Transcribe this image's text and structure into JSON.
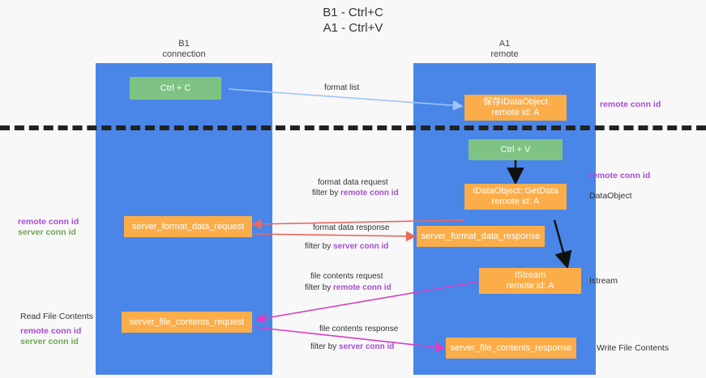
{
  "title": {
    "line1": "B1 - Ctrl+C",
    "line2": "A1 - Ctrl+V"
  },
  "lanes": [
    {
      "id": "b1",
      "name": "B1",
      "sub": "connection"
    },
    {
      "id": "a1",
      "name": "A1",
      "sub": "remote"
    }
  ],
  "boxes": {
    "ctrl_c": "Ctrl + C",
    "ctrl_v": "Ctrl + V",
    "idataobject": {
      "line1": "保存IDataObject",
      "line2": "remote id: A"
    },
    "getdata": {
      "line1": "IDataObject::GetData",
      "line2": "remote id: A"
    },
    "istream": {
      "line1": "IStream",
      "line2": "remote id: A"
    },
    "server_format_data_request": "server_format_data_request",
    "server_format_data_response": "server_format_data_response",
    "server_file_contents_request": "server_file_contents_request",
    "server_file_contents_response": "server_file_contents_response"
  },
  "arrow_labels": {
    "format_list": "format list",
    "format_data_request": "format data request",
    "format_data_request_filter_prefix": "filter by ",
    "format_data_request_filter_key": "remote conn id",
    "format_data_response": "format data response",
    "format_data_response_filter_prefix": "filter by ",
    "format_data_response_filter_key": "server conn id",
    "file_contents_request": "file contents request",
    "file_contents_request_filter_prefix": "filter by ",
    "file_contents_request_filter_key": "remote conn id",
    "file_contents_response": "file contents response",
    "file_contents_response_filter_prefix": "filter by ",
    "file_contents_response_filter_key": "server conn id"
  },
  "right_notes": {
    "remote_conn_id_top": "remote conn id",
    "remote_conn_id_mid": "remote conn id",
    "dataobject": "DataObject",
    "istream": "Istream",
    "write_file_contents": "Write File Contents"
  },
  "left_notes": {
    "remote_conn_id_1": "remote conn id",
    "server_conn_id_1": "server conn id",
    "read_file_contents": "Read File Contents",
    "remote_conn_id_2": "remote conn id",
    "server_conn_id_2": "server conn id"
  },
  "colors": {
    "lane": "#4a86e8",
    "green_box": "#7ec384",
    "orange_box": "#fbad49",
    "purple": "#a64dd0",
    "green_text": "#6aa84f",
    "arrow_blue": "#9fc5f8",
    "arrow_red": "#e8695f",
    "arrow_magenta": "#d83fc4",
    "arrow_black": "#000000"
  }
}
